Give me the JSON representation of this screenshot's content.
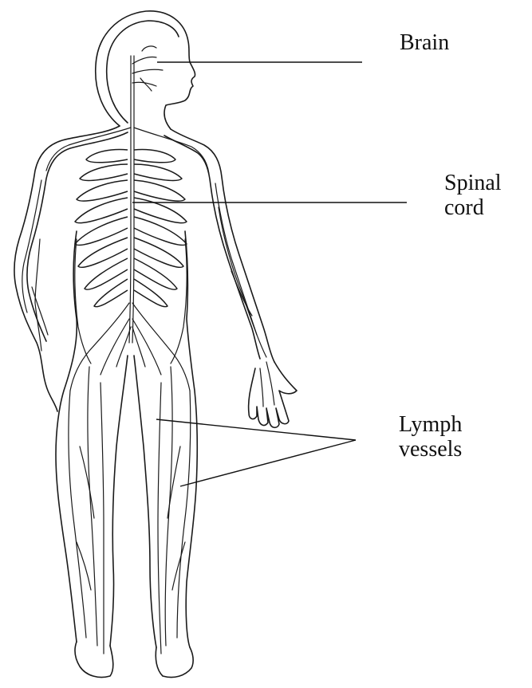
{
  "labels": {
    "brain": "Brain",
    "spinal_cord": "Spinal\ncord",
    "lymph_vessels": "Lymph\nvessels"
  },
  "colors": {
    "line": "#1a1a1a",
    "background": "#ffffff"
  }
}
